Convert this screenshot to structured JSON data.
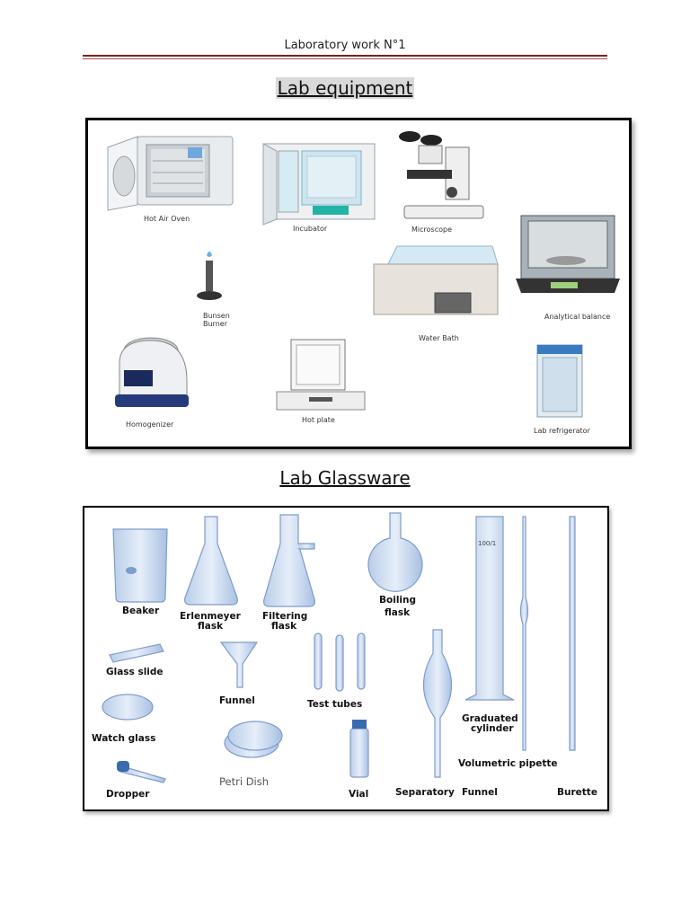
{
  "header": {
    "title": "Laboratory work N°1"
  },
  "sections": [
    {
      "title": "Lab equipment"
    },
    {
      "title": "Lab Glassware"
    }
  ],
  "equipment": {
    "hot_air_oven": "Hot Air Oven",
    "incubator": "Incubator",
    "microscope": "Microscope",
    "bunsen_1": "Bunsen",
    "bunsen_2": "Burner",
    "water_bath": "Water Bath",
    "analytical_balance": "Analytical balance",
    "homogenizer": "Homogenizer",
    "hot_plate": "Hot plate",
    "lab_refrigerator": "Lab refrigerator"
  },
  "glassware": {
    "beaker": "Beaker",
    "erlenmeyer_1": "Erlenmeyer",
    "erlenmeyer_2": "flask",
    "filtering_1": "Filtering",
    "filtering_2": "flask",
    "boiling_1": "Boiling",
    "boiling_2": "flask",
    "glass_slide": "Glass slide",
    "funnel": "Funnel",
    "test_tubes": "Test tubes",
    "graduated_1": "Graduated",
    "graduated_2": "cylinder",
    "cylinder_mark": "100/1",
    "watch_glass": "Watch glass",
    "petri_dish": "Petri Dish",
    "volumetric_pipette": "Volumetric pipette",
    "dropper": "Dropper",
    "vial": "Vial",
    "separatory": "Separatory",
    "separatory_funnel": "Funnel",
    "burette": "Burette"
  }
}
